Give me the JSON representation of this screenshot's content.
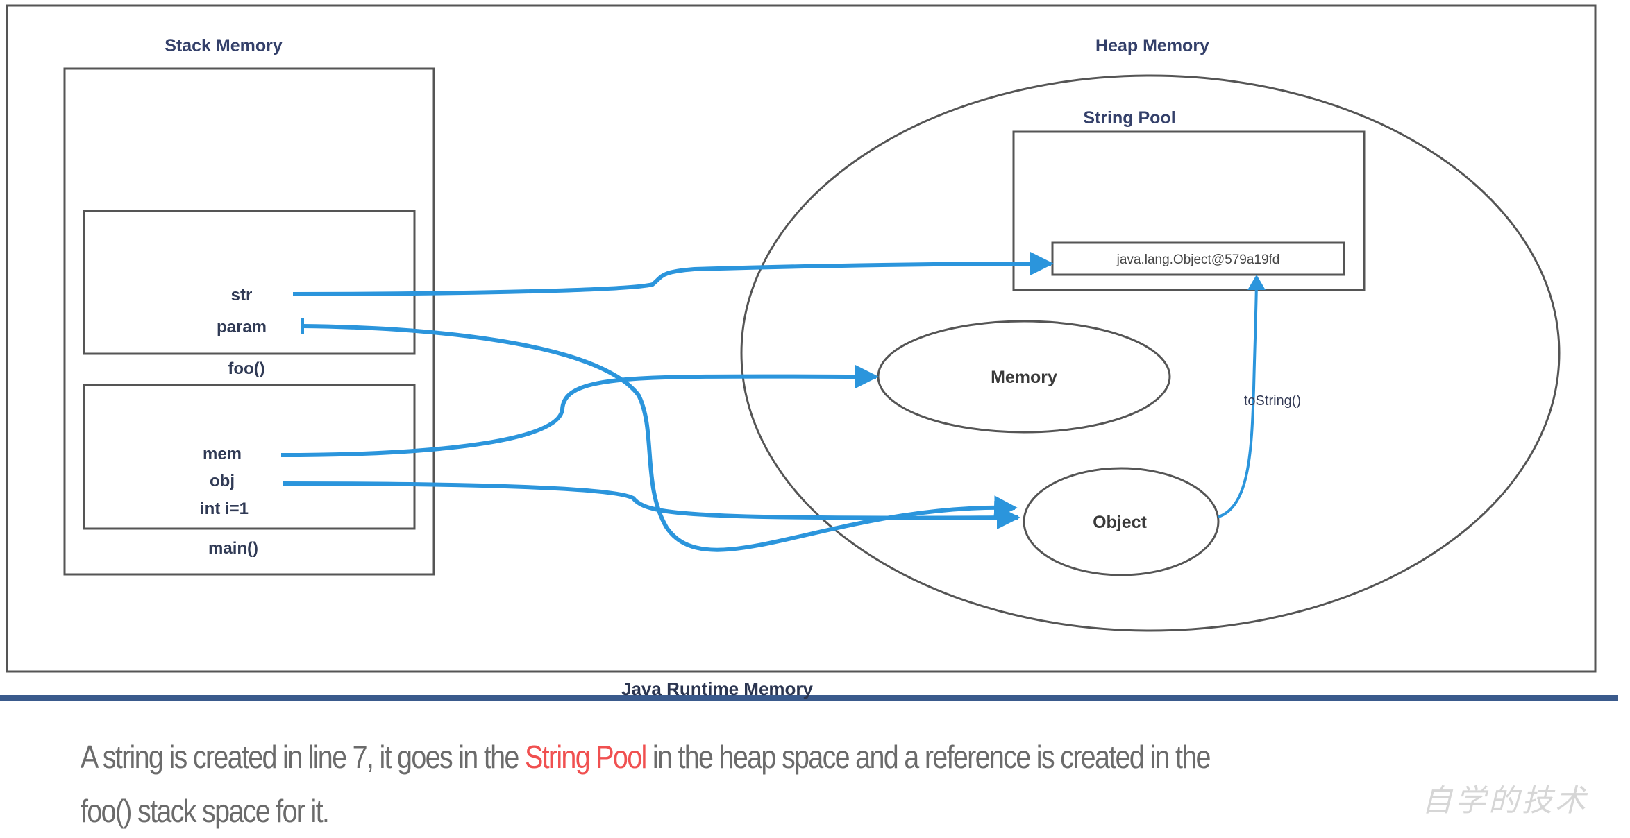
{
  "diagram": {
    "frame_label": "Java Runtime Memory",
    "stack": {
      "title": "Stack Memory",
      "frames": [
        {
          "name": "foo()",
          "variables": [
            "str",
            "param"
          ]
        },
        {
          "name": "main()",
          "variables": [
            "mem",
            "obj",
            "int i=1"
          ]
        }
      ]
    },
    "heap": {
      "title": "Heap Memory",
      "string_pool": {
        "title": "String Pool",
        "entry": "java.lang.Object@579a19fd"
      },
      "objects": [
        "Memory",
        "Object"
      ],
      "method_label": "toString()"
    },
    "references": [
      {
        "from": "str",
        "to": "java.lang.Object@579a19fd"
      },
      {
        "from": "param",
        "to": "Object"
      },
      {
        "from": "mem",
        "to": "Memory"
      },
      {
        "from": "obj",
        "to": "Object"
      },
      {
        "from": "Object",
        "to": "java.lang.Object@579a19fd",
        "label": "toString()"
      }
    ],
    "arrow_color": "#2b95dc"
  },
  "caption": {
    "part1": "A string is created in line 7, it goes in the ",
    "highlight": "String Pool",
    "part2": " in the heap space and a reference is created in the",
    "part3": "foo() stack space for it.",
    "highlight_color": "#f05050"
  },
  "watermark": "自学的技术"
}
